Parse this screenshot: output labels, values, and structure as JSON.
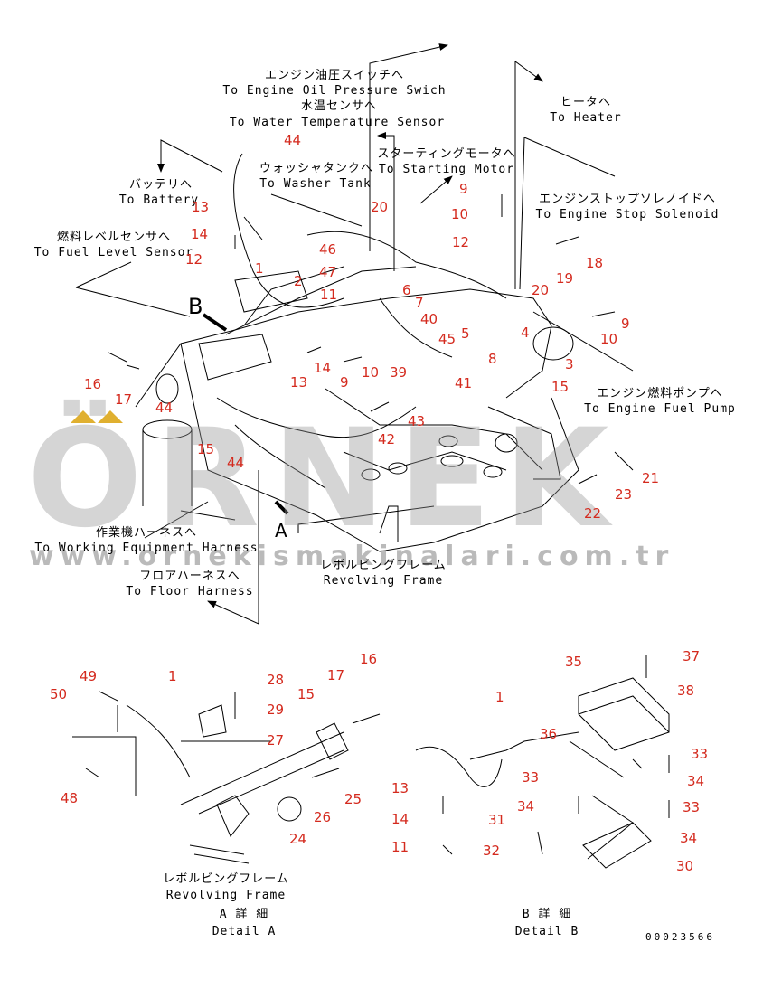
{
  "labels": {
    "oil_jp": "エンジン油圧スイッチへ",
    "oil_en": "To Engine Oil Pressure Swich",
    "water_jp": "水温センサへ",
    "water_en": "To Water Temperature Sensor",
    "heater_jp": "ヒータへ",
    "heater_en": "To Heater",
    "battery_jp": "バッテリへ",
    "battery_en": "To Battery",
    "washer_jp": "ウォッシャタンクへ",
    "washer_en": "To Washer Tank",
    "starting_jp": "スターティングモータへ",
    "starting_en": "To Starting Motor",
    "stop_jp": "エンジンストップソレノイドへ",
    "stop_en": "To Engine Stop Solenoid",
    "fuel_level_jp": "燃料レベルセンサへ",
    "fuel_level_en": "To Fuel Level Sensor",
    "fuel_pump_jp": "エンジン燃料ポンプへ",
    "fuel_pump_en": "To Engine Fuel Pump",
    "working_jp": "作業機ハーネスへ",
    "working_en": "To Working Equipment Harness",
    "floor_jp": "フロアハーネスへ",
    "floor_en": "To Floor Harness",
    "revolving_jp": "レボルビングフレーム",
    "revolving_en": "Revolving Frame",
    "revolving2_jp": "レボルビングフレーム",
    "revolving2_en": "Revolving Frame",
    "detail_a_jp": "A 詳 細",
    "detail_a_en": "Detail A",
    "detail_b_jp": "B 詳 細",
    "detail_b_en": "Detail B",
    "view_a": "A",
    "view_b": "B",
    "drawing_code": "00023566"
  },
  "watermark": {
    "brand": "ÖRNEK",
    "url": "www.ornekismakinalari.com.tr"
  },
  "callouts": [
    {
      "id": "c44a",
      "text": "44"
    },
    {
      "id": "c13a",
      "text": "13"
    },
    {
      "id": "c14a",
      "text": "14"
    },
    {
      "id": "c12a",
      "text": "12"
    },
    {
      "id": "c1a",
      "text": "1"
    },
    {
      "id": "c2a",
      "text": "2"
    },
    {
      "id": "c20a",
      "text": "20"
    },
    {
      "id": "c46",
      "text": "46"
    },
    {
      "id": "c47",
      "text": "47"
    },
    {
      "id": "c11a",
      "text": "11"
    },
    {
      "id": "c6",
      "text": "6"
    },
    {
      "id": "c7",
      "text": "7"
    },
    {
      "id": "c40",
      "text": "40"
    },
    {
      "id": "c45",
      "text": "45"
    },
    {
      "id": "c5",
      "text": "5"
    },
    {
      "id": "c9a",
      "text": "9"
    },
    {
      "id": "c10a",
      "text": "10"
    },
    {
      "id": "c12b",
      "text": "12"
    },
    {
      "id": "c18",
      "text": "18"
    },
    {
      "id": "c19",
      "text": "19"
    },
    {
      "id": "c20b",
      "text": "20"
    },
    {
      "id": "c4",
      "text": "4"
    },
    {
      "id": "c9b",
      "text": "9"
    },
    {
      "id": "c10b",
      "text": "10"
    },
    {
      "id": "c3",
      "text": "3"
    },
    {
      "id": "c8",
      "text": "8"
    },
    {
      "id": "c15a",
      "text": "15"
    },
    {
      "id": "c16a",
      "text": "16"
    },
    {
      "id": "c17a",
      "text": "17"
    },
    {
      "id": "c44b",
      "text": "44"
    },
    {
      "id": "c13b",
      "text": "13"
    },
    {
      "id": "c14b",
      "text": "14"
    },
    {
      "id": "c9c",
      "text": "9"
    },
    {
      "id": "c10c",
      "text": "10"
    },
    {
      "id": "c39",
      "text": "39"
    },
    {
      "id": "c41",
      "text": "41"
    },
    {
      "id": "c43",
      "text": "43"
    },
    {
      "id": "c42",
      "text": "42"
    },
    {
      "id": "c15b",
      "text": "15"
    },
    {
      "id": "c44c",
      "text": "44"
    },
    {
      "id": "c21",
      "text": "21"
    },
    {
      "id": "c23",
      "text": "23"
    },
    {
      "id": "c22",
      "text": "22"
    },
    {
      "id": "c49",
      "text": "49"
    },
    {
      "id": "c50",
      "text": "50"
    },
    {
      "id": "c1b",
      "text": "1"
    },
    {
      "id": "c48",
      "text": "48"
    },
    {
      "id": "c28",
      "text": "28"
    },
    {
      "id": "c29",
      "text": "29"
    },
    {
      "id": "c27",
      "text": "27"
    },
    {
      "id": "c17b",
      "text": "17"
    },
    {
      "id": "c16b",
      "text": "16"
    },
    {
      "id": "c15c",
      "text": "15"
    },
    {
      "id": "c25",
      "text": "25"
    },
    {
      "id": "c26",
      "text": "26"
    },
    {
      "id": "c24",
      "text": "24"
    },
    {
      "id": "c35",
      "text": "35"
    },
    {
      "id": "c37",
      "text": "37"
    },
    {
      "id": "c38",
      "text": "38"
    },
    {
      "id": "c1c",
      "text": "1"
    },
    {
      "id": "c36",
      "text": "36"
    },
    {
      "id": "c33a",
      "text": "33"
    },
    {
      "id": "c34a",
      "text": "34"
    },
    {
      "id": "c33b",
      "text": "33"
    },
    {
      "id": "c34b",
      "text": "34"
    },
    {
      "id": "c13c",
      "text": "13"
    },
    {
      "id": "c14c",
      "text": "14"
    },
    {
      "id": "c11b",
      "text": "11"
    },
    {
      "id": "c31",
      "text": "31"
    },
    {
      "id": "c32",
      "text": "32"
    },
    {
      "id": "c33c",
      "text": "33"
    },
    {
      "id": "c34c",
      "text": "34"
    },
    {
      "id": "c30",
      "text": "30"
    }
  ],
  "colors": {
    "callout": "#d42a1e",
    "line": "#000000",
    "watermark": "#969696",
    "accent": "#e0b030"
  }
}
